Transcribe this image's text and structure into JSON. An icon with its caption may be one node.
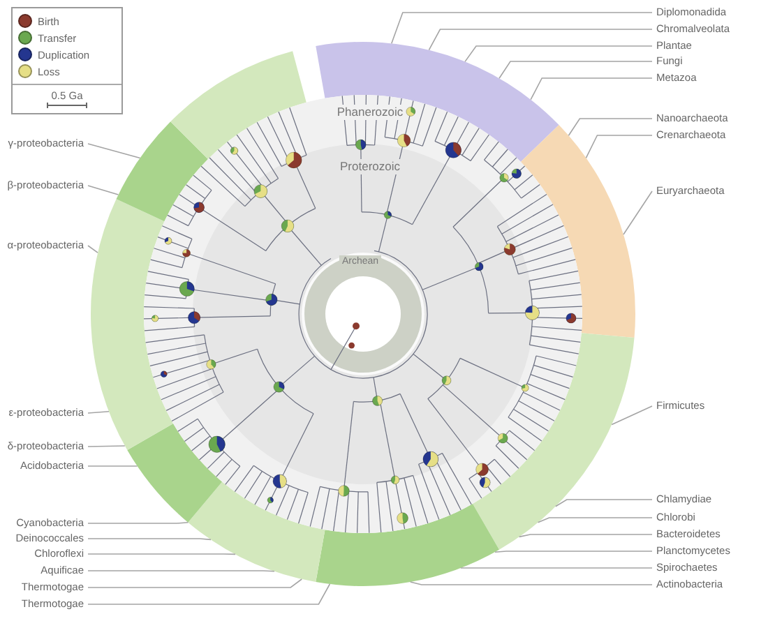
{
  "diagram": {
    "nodes": [
      {
        "text": [
          "γ-proteobacteria"
        ]
      },
      {
        "text": [
          "β-proteobacteria"
        ]
      },
      {
        "text": [
          "α-proteobacteria"
        ]
      },
      {
        "text": [
          "ε-proteobacteria"
        ]
      },
      {
        "text": [
          "δ-proteobacteria"
        ]
      },
      {
        "text": [
          "Acidobacteria"
        ]
      },
      {
        "text": [
          "Cyanobacteria"
        ]
      },
      {
        "text": [
          "Deinococcales"
        ]
      },
      {
        "text": [
          "Chloroflexi"
        ]
      },
      {
        "text": [
          "Aquificae"
        ]
      },
      {
        "text": [
          "Thermotogae"
        ]
      },
      {
        "text": [
          "Thermotogae"
        ]
      },
      {
        "text": [
          "Diplomonadida"
        ]
      },
      {
        "text": [
          "Chromalveolata"
        ]
      },
      {
        "text": [
          "Plantae"
        ]
      },
      {
        "text": [
          "Fungi"
        ]
      },
      {
        "text": [
          "Metazoa"
        ]
      },
      {
        "text": [
          "Nanoarchaeota"
        ]
      },
      {
        "text": [
          "Crenarchaeota"
        ]
      },
      {
        "text": [
          "Euryarchaeota"
        ]
      },
      {
        "text": [
          "Firmicutes"
        ]
      },
      {
        "text": [
          "Chlamydiae"
        ]
      },
      {
        "text": [
          "Chlorobi"
        ]
      },
      {
        "text": [
          "Bacteroidetes"
        ]
      },
      {
        "text": [
          "Planctomycetes"
        ]
      },
      {
        "text": [
          "Spirochaetes"
        ]
      },
      {
        "text": [
          "Actinobacteria"
        ]
      }
    ],
    "edges": [
      {
        "from": 0,
        "to": null,
        "arrow": "none"
      },
      {
        "from": 1,
        "to": null,
        "arrow": "none"
      },
      {
        "from": 2,
        "to": null,
        "arrow": "none"
      },
      {
        "from": 3,
        "to": null,
        "arrow": "none"
      },
      {
        "from": 4,
        "to": null,
        "arrow": "none"
      },
      {
        "from": 5,
        "to": null,
        "arrow": "none"
      },
      {
        "from": 6,
        "to": null,
        "arrow": "none"
      },
      {
        "from": 7,
        "to": null,
        "arrow": "none"
      },
      {
        "from": 8,
        "to": null,
        "arrow": "none"
      },
      {
        "from": 9,
        "to": null,
        "arrow": "none"
      },
      {
        "from": 10,
        "to": null,
        "arrow": "none"
      },
      {
        "from": 11,
        "to": null,
        "arrow": "none"
      },
      {
        "from": 12,
        "to": null,
        "arrow": "none"
      },
      {
        "from": 13,
        "to": null,
        "arrow": "none"
      },
      {
        "from": 14,
        "to": null,
        "arrow": "none"
      },
      {
        "from": 15,
        "to": null,
        "arrow": "none"
      },
      {
        "from": 16,
        "to": null,
        "arrow": "none"
      },
      {
        "from": 17,
        "to": null,
        "arrow": "none"
      },
      {
        "from": 18,
        "to": null,
        "arrow": "none"
      },
      {
        "from": 19,
        "to": null,
        "arrow": "none"
      },
      {
        "from": 20,
        "to": null,
        "arrow": "none"
      },
      {
        "from": 21,
        "to": null,
        "arrow": "none"
      },
      {
        "from": 22,
        "to": null,
        "arrow": "none"
      },
      {
        "from": 23,
        "to": null,
        "arrow": "none"
      },
      {
        "from": 24,
        "to": null,
        "arrow": "none"
      },
      {
        "from": 25,
        "to": null,
        "arrow": "none"
      },
      {
        "from": 26,
        "to": null,
        "arrow": "none"
      }
    ],
    "labels": [
      "Phanerozoic",
      "Proterozoic",
      "Archean",
      "0.5 Ga"
    ],
    "legend": [
      {
        "text": "Birth",
        "color": "#8b3a2e"
      },
      {
        "text": "Transfer",
        "color": "#6aa84f"
      },
      {
        "text": "Duplication",
        "color": "#24368f"
      },
      {
        "text": "Loss",
        "color": "#e6df86"
      }
    ]
  }
}
